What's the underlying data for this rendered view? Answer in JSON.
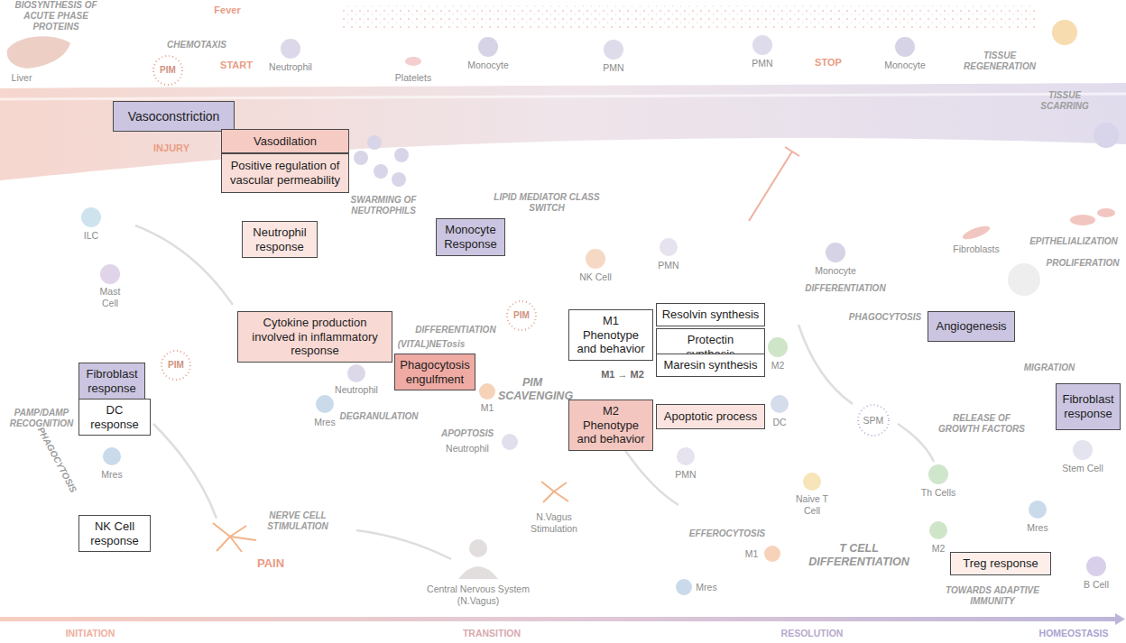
{
  "diagram": {
    "nodes": [
      {
        "text": [
          "Vasoconstriction"
        ]
      },
      {
        "text": [
          "Vasodilation"
        ]
      },
      {
        "text": [
          "Positive regulation of vascular permeability"
        ]
      },
      {
        "text": [
          "Neutrophil response"
        ]
      },
      {
        "text": [
          "Fibroblast response"
        ]
      },
      {
        "text": [
          "DC response"
        ]
      },
      {
        "text": [
          "NK Cell response"
        ]
      },
      {
        "text": [
          "Cytokine production involved in inflammatory response"
        ]
      },
      {
        "text": [
          "Phagocytosis engulfment"
        ]
      },
      {
        "text": [
          "Monocyte Response"
        ]
      },
      {
        "text": [
          "M1 Phenotype and behavior"
        ]
      },
      {
        "text": [
          "Resolvin synthesis"
        ]
      },
      {
        "text": [
          "Protectin synthesis"
        ]
      },
      {
        "text": [
          "Maresin synthesis"
        ]
      },
      {
        "text": [
          "M2 Phenotype and behavior"
        ]
      },
      {
        "text": [
          "Apoptotic process"
        ]
      },
      {
        "text": [
          "Angiogenesis"
        ]
      },
      {
        "text": [
          "Fibroblast response"
        ]
      },
      {
        "text": [
          "Treg response"
        ]
      }
    ],
    "labels": [
      "BIOSYNTHESIS OF ACUTE PHASE PROTEINS",
      "Liver",
      "Fever",
      "PIM",
      "CHEMOTAXIS",
      "START",
      "Neutrophil",
      "INJURY",
      "Platelets",
      "Monocyte",
      "PMN",
      "PMN",
      "STOP",
      "Monocyte",
      "TISSUE REGENERATION",
      "TISSUE SCARRING",
      "ILC",
      "SWARMING OF NEUTROPHILS",
      "LIPID MEDIATOR CLASS SWITCH",
      "PMN",
      "Fibroblasts",
      "EPITHELIALIZATION",
      "PROLIFERATION",
      "Mast Cell",
      "NK Cell",
      "Monocyte",
      "DIFFERENTIATION",
      "PHAGOCYTOSIS",
      "DIFFERENTIATION",
      "PIM",
      "PIM",
      "(VITAL)NETosis",
      "M1",
      "Neutrophil",
      "Mres",
      "PAMP/DAMP RECOGNITION",
      "PHAGOCYTOSIS",
      "M1 → M2",
      "DEGRANULATION",
      "PIM SCAVENGING",
      "DC",
      "Mres",
      "APOPTOSIS",
      "Neutrophil",
      "PMN",
      "M2",
      "SPM",
      "MIGRATION",
      "RELEASE OF GROWTH FACTORS",
      "Stem Cell",
      "Th Cells",
      "Naive T Cell",
      "NERVE CELL STIMULATION",
      "N.Vagus Stimulation",
      "EFFEROCYTOSIS",
      "M2",
      "Mres",
      "M1",
      "T CELL DIFFERENTIATION",
      "PAIN",
      "Mres",
      "Central Nervous System (N.Vagus)",
      "B Cell",
      "TOWARDS ADAPTIVE IMMUNITY",
      "INITIATION",
      "TRANSITION",
      "RESOLUTION",
      "HOMEOSTASIS"
    ]
  }
}
